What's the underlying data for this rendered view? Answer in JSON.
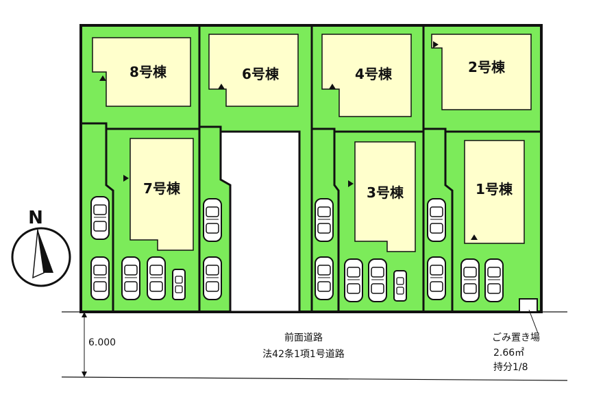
{
  "colors": {
    "lot_green": "#7CEB5A",
    "building_yellow": "#FFFFCC",
    "outline": "#111111",
    "background": "#FFFFFF"
  },
  "buildings": [
    {
      "id": "8",
      "label": "8号棟"
    },
    {
      "id": "6",
      "label": "6号棟"
    },
    {
      "id": "4",
      "label": "4号棟"
    },
    {
      "id": "2",
      "label": "2号棟"
    },
    {
      "id": "7",
      "label": "7号棟"
    },
    {
      "id": "3",
      "label": "3号棟"
    },
    {
      "id": "1",
      "label": "1号棟"
    }
  ],
  "compass": {
    "label": "N",
    "icon": "north-arrow-icon"
  },
  "road": {
    "name": "前面道路",
    "type": "法42条1項1号道路",
    "width": "6.000"
  },
  "garbage": {
    "name": "ごみ置き場",
    "area": "2.66㎡",
    "share": "持分1/8"
  }
}
